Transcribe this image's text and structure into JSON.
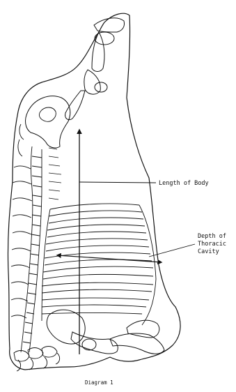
{
  "diagram": {
    "labels": {
      "length_of_body": "Length of Body",
      "depth_line1": "Depth of",
      "depth_line2": "Thoracic",
      "depth_line3": "Cavity"
    },
    "caption": "Diagram 1",
    "colors": {
      "ink": "#111111",
      "paper": "#ffffff"
    }
  }
}
